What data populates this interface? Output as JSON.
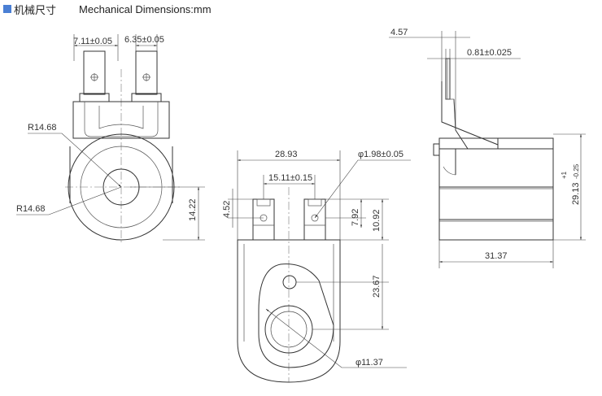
{
  "header": {
    "title_cn": "机械尺寸",
    "title_en": "Mechanical Dimensions:mm",
    "accent_color": "#4a7fd4"
  },
  "front_view": {
    "terminal_spacing": "7.11±0.05",
    "terminal_width": "6.35±0.05",
    "outer_radius": "R14.68",
    "inner_radius": "R14.68",
    "center_height": "14.22"
  },
  "bottom_view": {
    "overall_width": "28.93",
    "hole_diameter": "φ1.98±0.05",
    "terminal_spacing": "15.11±0.15",
    "terminal_hole_offset": "4.52",
    "terminal_length": "7.92",
    "terminal_total": "10.92",
    "mount_distance": "23.67",
    "bore_diameter": "φ11.37"
  },
  "side_view": {
    "thickness": "4.57",
    "terminal_thickness": "0.81±0.025",
    "height_nominal": "29.13",
    "height_tol_upper": "+1",
    "height_tol_lower": "-0.25",
    "depth": "31.37"
  }
}
